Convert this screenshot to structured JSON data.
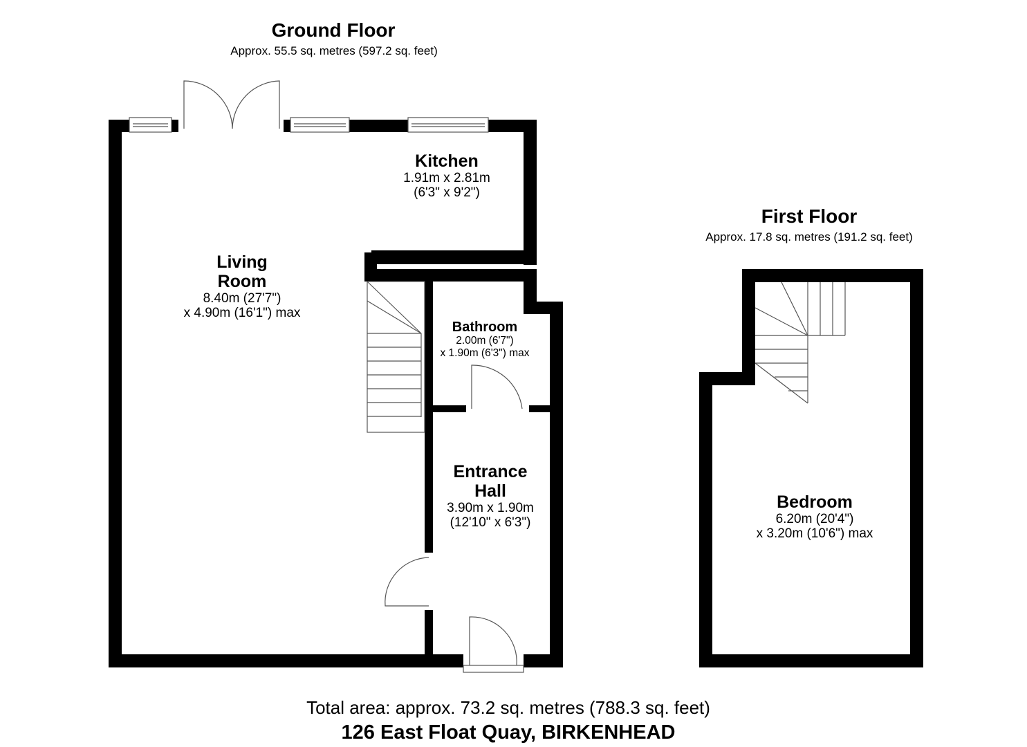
{
  "ground_floor": {
    "title": "Ground Floor",
    "area": "Approx. 55.5 sq. metres (597.2 sq. feet)",
    "rooms": [
      {
        "name_lines": [
          "Living",
          "Room"
        ],
        "dims": [
          "8.40m (27'7\")",
          "x 4.90m (16'1\") max"
        ]
      },
      {
        "name_lines": [
          "Kitchen"
        ],
        "dims": [
          "1.91m x 2.81m",
          "(6'3\" x 9'2\")"
        ]
      },
      {
        "name_lines": [
          "Bathroom"
        ],
        "dims": [
          "2.00m (6'7\")",
          "x 1.90m (6'3\") max"
        ]
      },
      {
        "name_lines": [
          "Entrance",
          "Hall"
        ],
        "dims": [
          "3.90m x 1.90m",
          "(12'10\" x 6'3\")"
        ]
      }
    ]
  },
  "first_floor": {
    "title": "First Floor",
    "area": "Approx. 17.8 sq. metres (191.2 sq. feet)",
    "rooms": [
      {
        "name_lines": [
          "Bedroom"
        ],
        "dims": [
          "6.20m (20'4\")",
          "x 3.20m (10'6\") max"
        ]
      }
    ]
  },
  "footer": {
    "total_area": "Total area: approx. 73.2 sq. metres (788.3 sq. feet)",
    "address": "126 East Float Quay, BIRKENHEAD"
  },
  "colors": {
    "wall": "#000000",
    "line": "#555555",
    "background": "#ffffff"
  }
}
